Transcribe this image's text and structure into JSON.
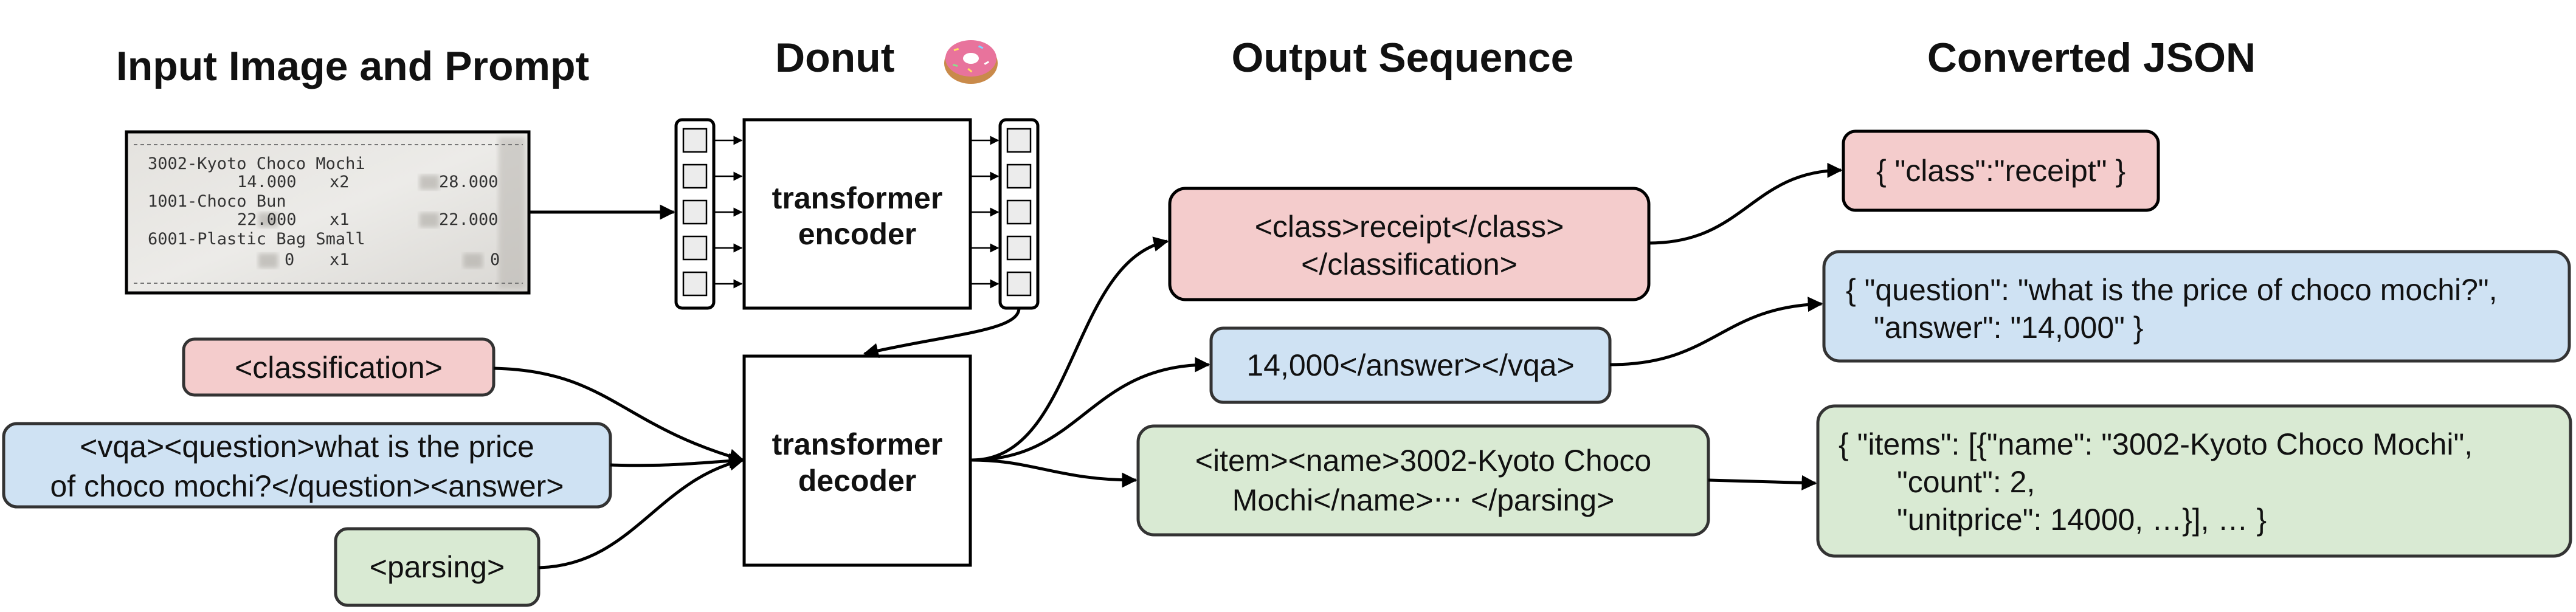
{
  "headers": {
    "input": "Input Image and Prompt",
    "donut": "Donut",
    "output": "Output Sequence",
    "json": "Converted JSON"
  },
  "donut_icon": "donut-emoji",
  "receipt": {
    "lines": [
      "3002-Kyoto Choco Mochi",
      "14.000",
      "x2",
      "28.000",
      "1001-Choco Bun",
      "22.000",
      "x1",
      "22.000",
      "6001-Plastic Bag Small",
      "0",
      "x1",
      "0"
    ]
  },
  "encoder": {
    "line1": "transformer",
    "line2": "encoder"
  },
  "decoder": {
    "line1": "transformer",
    "line2": "decoder"
  },
  "prompts": {
    "classification": "<classification>",
    "vqa_line1": "<vqa><question>what is the price",
    "vqa_line2": "of choco mochi?</question><answer>",
    "parsing": "<parsing>"
  },
  "outputs": {
    "class_line1": "<class>receipt</class>",
    "class_line2": "</classification>",
    "vqa": "14,000</answer></vqa>",
    "parse_line1": "<item><name>3002-Kyoto Choco",
    "parse_line2": "Mochi</name>⋅⋅⋅ </parsing>"
  },
  "json": {
    "class": "{ \"class\":\"receipt\" }",
    "vqa_line1": "{ \"question\": \"what is the price of choco mochi?\",",
    "vqa_line2": "\"answer\": \"14,000\" }",
    "parse_line1": "{ \"items\": [{\"name\": \"3002-Kyoto Choco Mochi\",",
    "parse_line2": "\"count\": 2,",
    "parse_line3": "\"unitprice\": 14000, …}], … }"
  },
  "colors": {
    "red_fill": "#f4cccc",
    "blue_fill": "#cfe2f3",
    "green_fill": "#d9ead3",
    "stroke": "#333333"
  }
}
